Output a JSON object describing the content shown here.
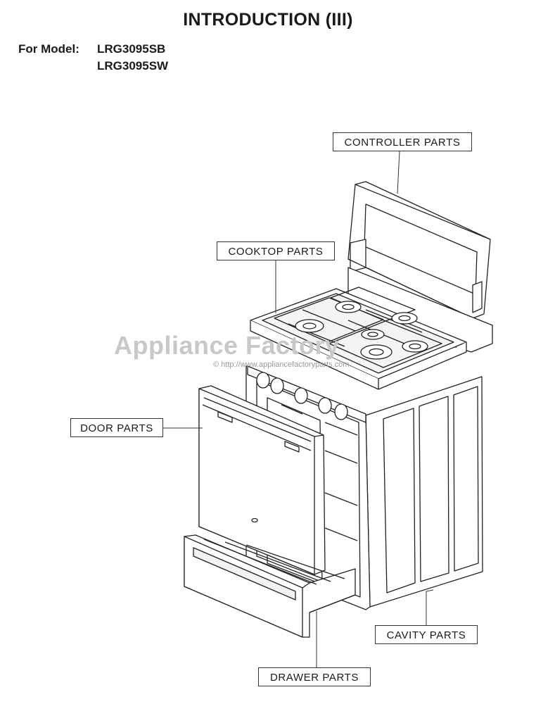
{
  "header": {
    "title": "INTRODUCTION (III)",
    "model_label": "For Model:",
    "models": [
      "LRG3095SB",
      "LRG3095SW"
    ]
  },
  "callouts": {
    "controller": "CONTROLLER PARTS",
    "cooktop": "COOKTOP PARTS",
    "door": "DOOR PARTS",
    "cavity": "CAVITY PARTS",
    "drawer": "DRAWER PARTS"
  },
  "watermark": {
    "text": "Appliance Factory",
    "url": "© http://www.appliancefactoryparts.com"
  }
}
